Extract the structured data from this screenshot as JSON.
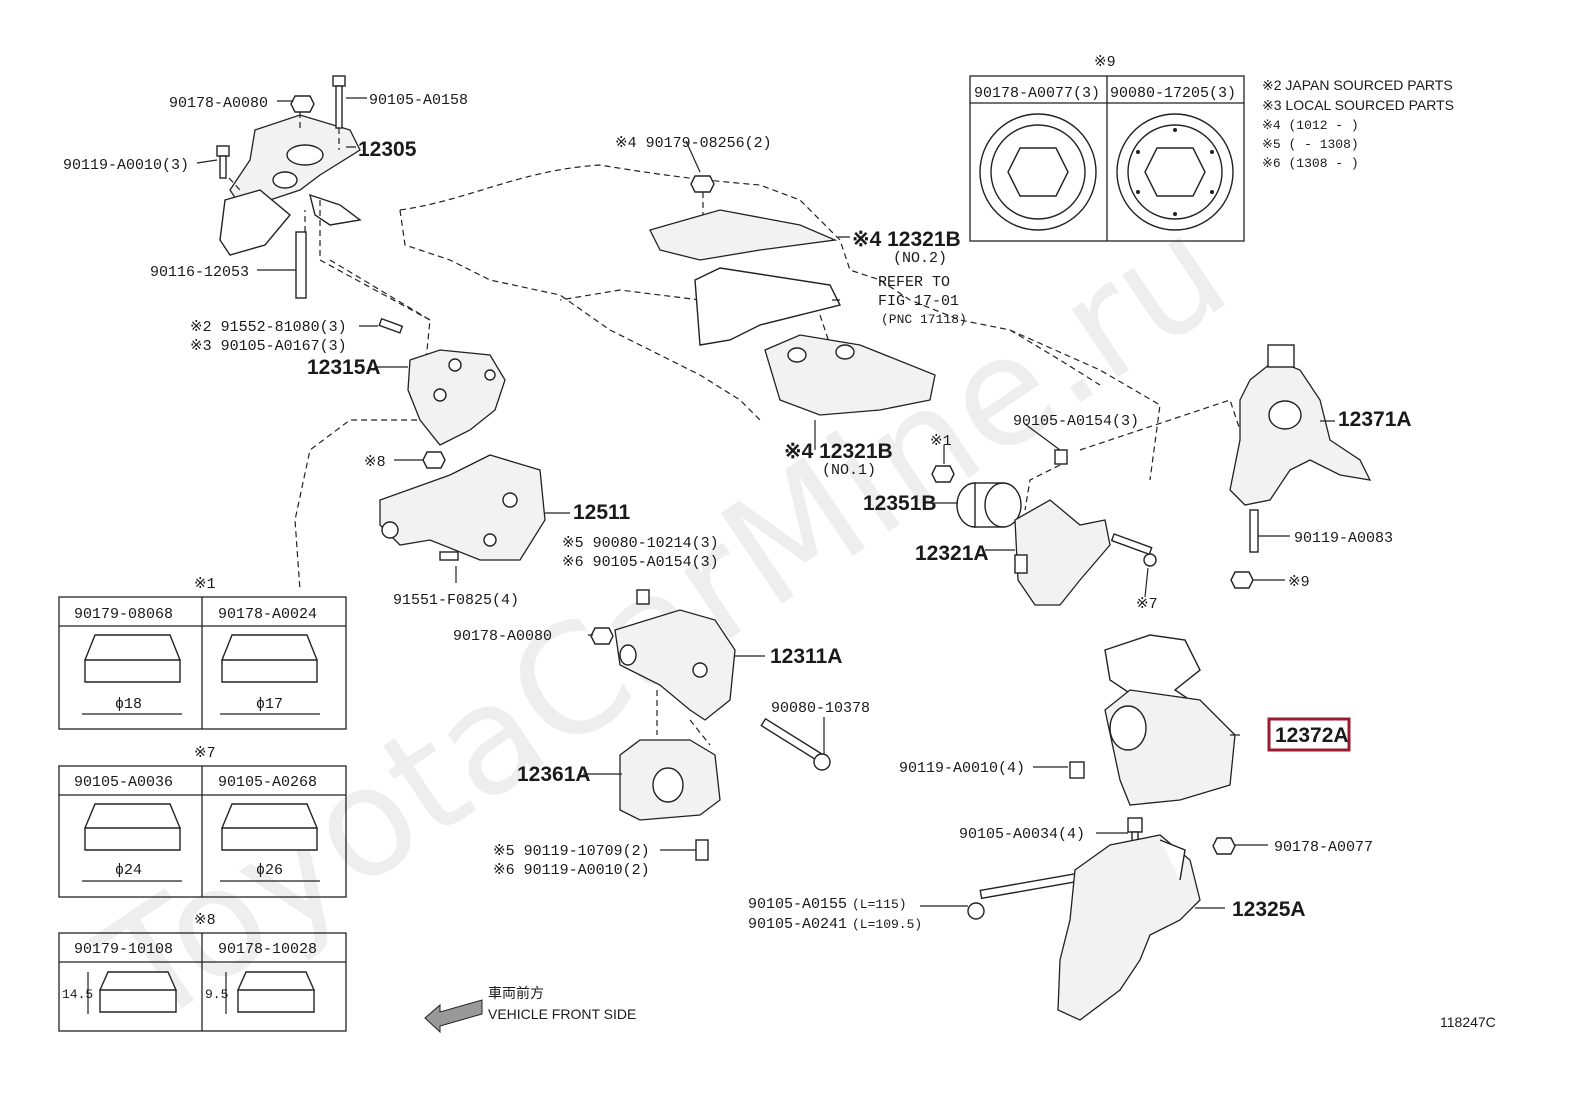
{
  "watermark": "ToyotaCarMine.ru",
  "figure_id": "118247C",
  "highlight_color": "#9b1b30",
  "legend": {
    "n9": "※9",
    "head_left": "90178-A0077(3)",
    "head_right": "90080-17205(3)",
    "notes": [
      "※2 JAPAN SOURCED PARTS",
      "※3 LOCAL SOURCED PARTS",
      "※4 (1012 -        )",
      "※5 (        - 1308)",
      "※6 (1308 -        )"
    ]
  },
  "front_side": {
    "jp": "車両前方",
    "en": "VEHICLE FRONT SIDE"
  },
  "labels": {
    "p90178A0080_top": "90178-A0080",
    "p90105A0158": "90105-A0158",
    "p90119A0010_3": "90119-A0010(3)",
    "p12305": "12305",
    "p90116": "90116-12053",
    "p91552": "※2 91552-81080(3)",
    "p90105A0167": "※3 90105-A0167(3)",
    "p12315A": "12315A",
    "p8": "※8",
    "p12511": "12511",
    "p90080_10214": "※5 90080-10214(3)",
    "p90105A0154_6": "※6 90105-A0154(3)",
    "p91551": "91551-F0825(4)",
    "p90179_08256": "※4 90179-08256(2)",
    "p12321B_2": "※4 12321B",
    "p12321B_2n": "(NO.2)",
    "refer1": "REFER TO",
    "refer2": "FIG 17-01",
    "refer3": "(PNC 17118)",
    "p12321B_1": "※4 12321B",
    "p12321B_1n": "(NO.1)",
    "p1": "※1",
    "p90105A0154_3": "90105-A0154(3)",
    "p12351B": "12351B",
    "p12321A": "12321A",
    "p7": "※7",
    "p12371A": "12371A",
    "p90119A0083": "90119-A0083",
    "p9": "※9",
    "p90178A0080_mid": "90178-A0080",
    "p12311A": "12311A",
    "p90080_10378": "90080-10378",
    "p12361A": "12361A",
    "p90119_10709": "※5 90119-10709(2)",
    "p90119A0010_2": "※6 90119-A0010(2)",
    "p12372A": "12372A",
    "p90119A0010_4": "90119-A0010(4)",
    "p90105A0034": "90105-A0034(4)",
    "p90178A0077": "90178-A0077",
    "p90105A0155": "90105-A0155",
    "p90105A0155L": "(L=115)",
    "p90105A0241": "90105-A0241",
    "p90105A0241L": "(L=109.5)",
    "p12325A": "12325A"
  },
  "boxes": {
    "b1": {
      "mark": "※1",
      "left": "90179-08068",
      "right": "90178-A0024",
      "dim_left": "ϕ18",
      "dim_right": "ϕ17"
    },
    "b7": {
      "mark": "※7",
      "left": "90105-A0036",
      "right": "90105-A0268",
      "dim_left": "ϕ24",
      "dim_right": "ϕ26"
    },
    "b8": {
      "mark": "※8",
      "left": "90179-10108",
      "right": "90178-10028",
      "dim_left": "14.5",
      "dim_right": "9.5"
    }
  }
}
